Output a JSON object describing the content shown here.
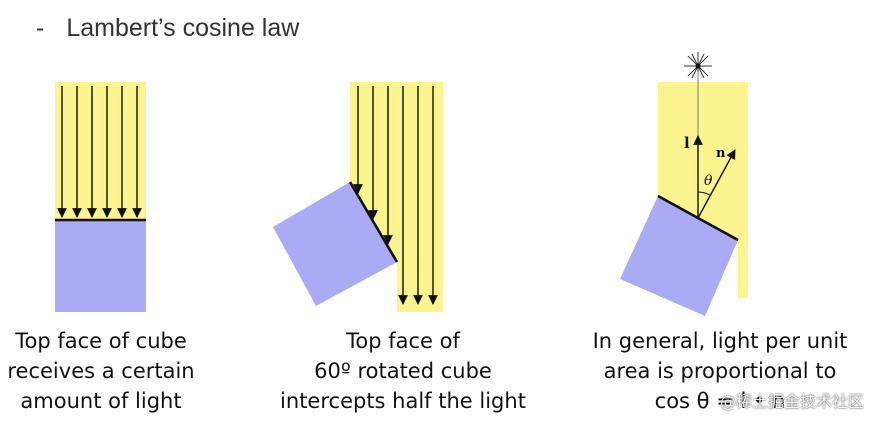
{
  "title": {
    "bullet": "-",
    "text": "Lambert’s cosine law"
  },
  "colors": {
    "light": "#fbf48f",
    "cube": "#aaaaf5",
    "edge": "#111111"
  },
  "panel1": {
    "caption": [
      "Top face of cube",
      "receives a certain",
      "amount of light"
    ]
  },
  "panel2": {
    "caption": [
      "Top face of",
      "60º rotated cube",
      "intercepts half the light"
    ]
  },
  "panel3": {
    "caption": [
      "In general, light per unit",
      "area is proportional to",
      "cos θ = l • n"
    ],
    "labels": {
      "l": "l",
      "n": "n",
      "theta": "θ"
    }
  },
  "watermark": "@稀土掘金技术社区"
}
